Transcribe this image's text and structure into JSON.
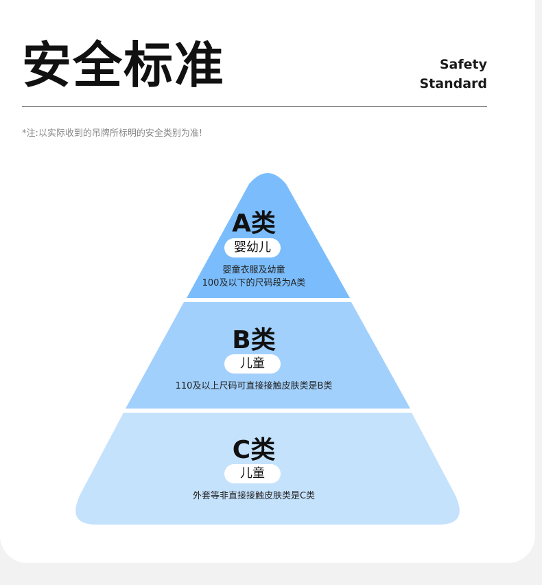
{
  "header": {
    "title": "安全标准",
    "title_en_line1": "Safety",
    "title_en_line2": "Standard"
  },
  "note": "*注:以实际收到的吊牌所标明的安全类别为准!",
  "tiers": [
    {
      "title": "A类",
      "badge": "婴幼儿",
      "desc_line1": "婴童衣服及幼童",
      "desc_line2": "100及以下的尺码段为A类",
      "color": "#7bbdfc"
    },
    {
      "title": "B类",
      "badge": "儿童",
      "desc_line1": "110及以上尺码可直接接触皮肤类是B类",
      "color": "#a2d0fc"
    },
    {
      "title": "C类",
      "badge": "儿童",
      "desc_line1": "外套等非直接接触皮肤类是C类",
      "color": "#c5e2fd"
    }
  ]
}
